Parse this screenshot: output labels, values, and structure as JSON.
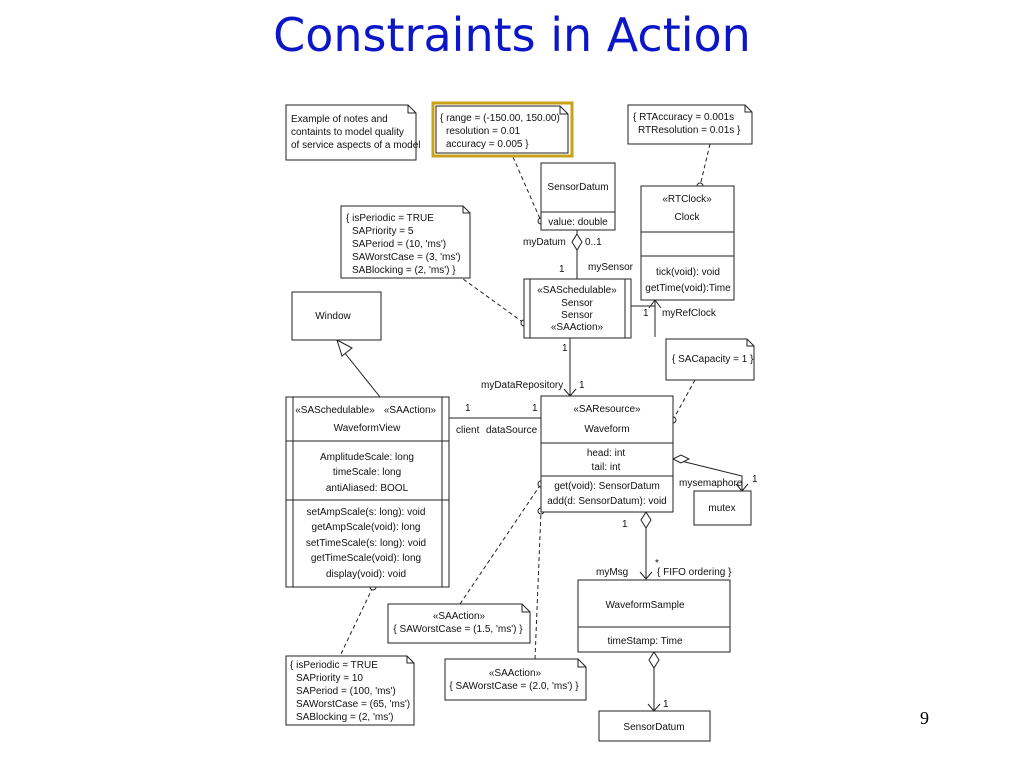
{
  "slide": {
    "title": "Constraints in Action",
    "page_number": "9"
  },
  "notes": {
    "intro": [
      "Example of notes and",
      "containts to model quality",
      "of service aspects of a model"
    ],
    "range": [
      "{ range = (-150.00, 150.00)",
      "resolution = 0.01",
      "accuracy = 0.005  }"
    ],
    "rt_accuracy": [
      "{ RTAccuracy = 0.001s",
      "RTResolution = 0.01s }"
    ],
    "periodic_sensor": [
      "{ isPeriodic = TRUE",
      "SAPriority = 5",
      "SAPeriod = (10, 'ms')",
      "SAWorstCase = (3, 'ms')",
      "SABlocking = (2, 'ms') }"
    ],
    "sa_capacity": [
      "{ SACapacity = 1 }"
    ],
    "sa_action_get": [
      "«SAAction»",
      "{ SAWorstCase = (1.5, 'ms') }"
    ],
    "sa_action_add": [
      "«SAAction»",
      "{ SAWorstCase = (2.0, 'ms') }"
    ],
    "periodic_view": [
      "{ isPeriodic = TRUE",
      "SAPriority = 10",
      "SAPeriod = (100, 'ms')",
      "SAWorstCase = (65, 'ms')",
      "SABlocking = (2, 'ms')"
    ]
  },
  "classes": {
    "sensor_datum_top": {
      "name": "SensorDatum",
      "attrs": [
        "value: double"
      ]
    },
    "rtclock": {
      "stereotype": "«RTClock»",
      "name": "Clock",
      "ops": [
        "tick(void): void",
        "getTime(void):Time"
      ]
    },
    "sensor": {
      "lines": [
        "«SASchedulable»",
        "Sensor",
        "Sensor",
        "«SAAction»"
      ]
    },
    "window": {
      "name": "Window"
    },
    "waveform_view": {
      "stereotype_left": "«SASchedulable»",
      "stereotype_right": "«SAAction»",
      "name": "WaveformView",
      "attrs": [
        "AmplitudeScale: long",
        "timeScale: long",
        "antiAliased: BOOL"
      ],
      "ops": [
        "setAmpScale(s: long): void",
        "getAmpScale(void): long",
        "setTimeScale(s: long): void",
        "getTimeScale(void): long",
        "display(void): void"
      ]
    },
    "waveform": {
      "stereotype": "«SAResource»",
      "name": "Waveform",
      "attrs": [
        "head: int",
        "tail: int"
      ],
      "ops": [
        "get(void): SensorDatum",
        "add(d: SensorDatum): void"
      ]
    },
    "mutex": {
      "name": "mutex"
    },
    "waveform_sample": {
      "name": "WaveformSample",
      "attrs": [
        "timeStamp: Time"
      ]
    },
    "sensor_datum_bottom": {
      "name": "SensorDatum"
    }
  },
  "labels": {
    "my_datum": "myDatum",
    "mult_0_1": "0..1",
    "mult_1_sensor": "1",
    "my_sensor": "mySensor",
    "mult_1_clock": "1",
    "my_ref_clock": "myRefClock",
    "mult_1_repo_top": "1",
    "my_data_repository": "myDataRepository",
    "mult_1_repo_bottom": "1",
    "mult_1_client": "1",
    "mult_1_source": "1",
    "client": "client",
    "data_source": "dataSource",
    "my_semaphore": "mysemaphore",
    "mult_1_mutex": "1",
    "mult_1_msg": "1",
    "star": "*",
    "my_msg": "myMsg",
    "fifo_ordering": "{ FIFO ordering }",
    "mult_1_datum": "1"
  }
}
